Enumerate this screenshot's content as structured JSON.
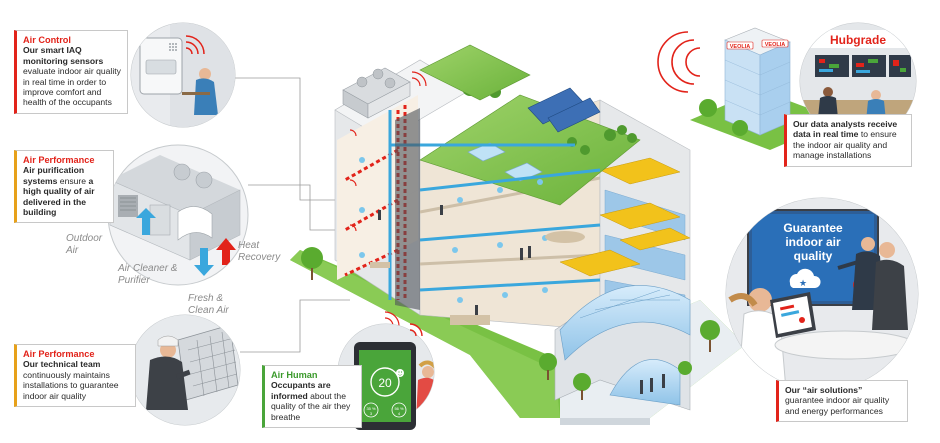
{
  "colors": {
    "accent_red": "#e2231a",
    "accent_gold": "#e7a11a",
    "accent_green": "#4aa53a",
    "air_blue": "#3aa7dd",
    "grass_green": "#79c144",
    "building_blue": "#bfdaf0"
  },
  "callouts": {
    "air_control": {
      "title": "Air Control",
      "bold": "Our smart IAQ monitoring sensors",
      "body": "evaluate indoor air quality in real time in order to improve comfort and health of the occupants"
    },
    "air_performance_purification": {
      "title": "Air Performance",
      "bold": "Air purification systems",
      "body_lead": "ensure",
      "bold2": "a high quality of air delivered in the building"
    },
    "air_performance_team": {
      "title": "Air Performance",
      "bold": "Our technical team",
      "body": "continuously maintains installations to guarantee indoor air quality"
    },
    "air_human": {
      "title": "Air Human",
      "bold": "Occupants are informed",
      "body": "about the quality of the air they breathe"
    },
    "data_analysts": {
      "bold": "Our data analysts receive data in real time",
      "body": "to ensure the indoor air quality and manage installations"
    },
    "air_solutions": {
      "bold": "Our “air solutions”",
      "body": "guarantee indoor air quality and energy performances"
    }
  },
  "flow_labels": {
    "outdoor_air": "Outdoor Air",
    "air_cleaner": "Air Cleaner & Purifier",
    "fresh_clean": "Fresh & Clean Air",
    "heat_recovery": "Heat Recovery"
  },
  "hubgrade": {
    "brand_1": "VEOLIA",
    "brand_2": "VEOLIA",
    "label": "Hubgrade"
  },
  "presentation": {
    "screen_line1": "Guarantee",
    "screen_line2": "indoor air",
    "screen_line3": "quality"
  },
  "phone": {
    "value": "20",
    "left_small": "35 %",
    "left_small2": "3",
    "right_small": "56 %",
    "right_small2": "4"
  },
  "icons": [
    "wifi-signal-icon",
    "air-sensor-icon",
    "tablet-icon",
    "smiley-icon",
    "cloud-star-icon"
  ]
}
